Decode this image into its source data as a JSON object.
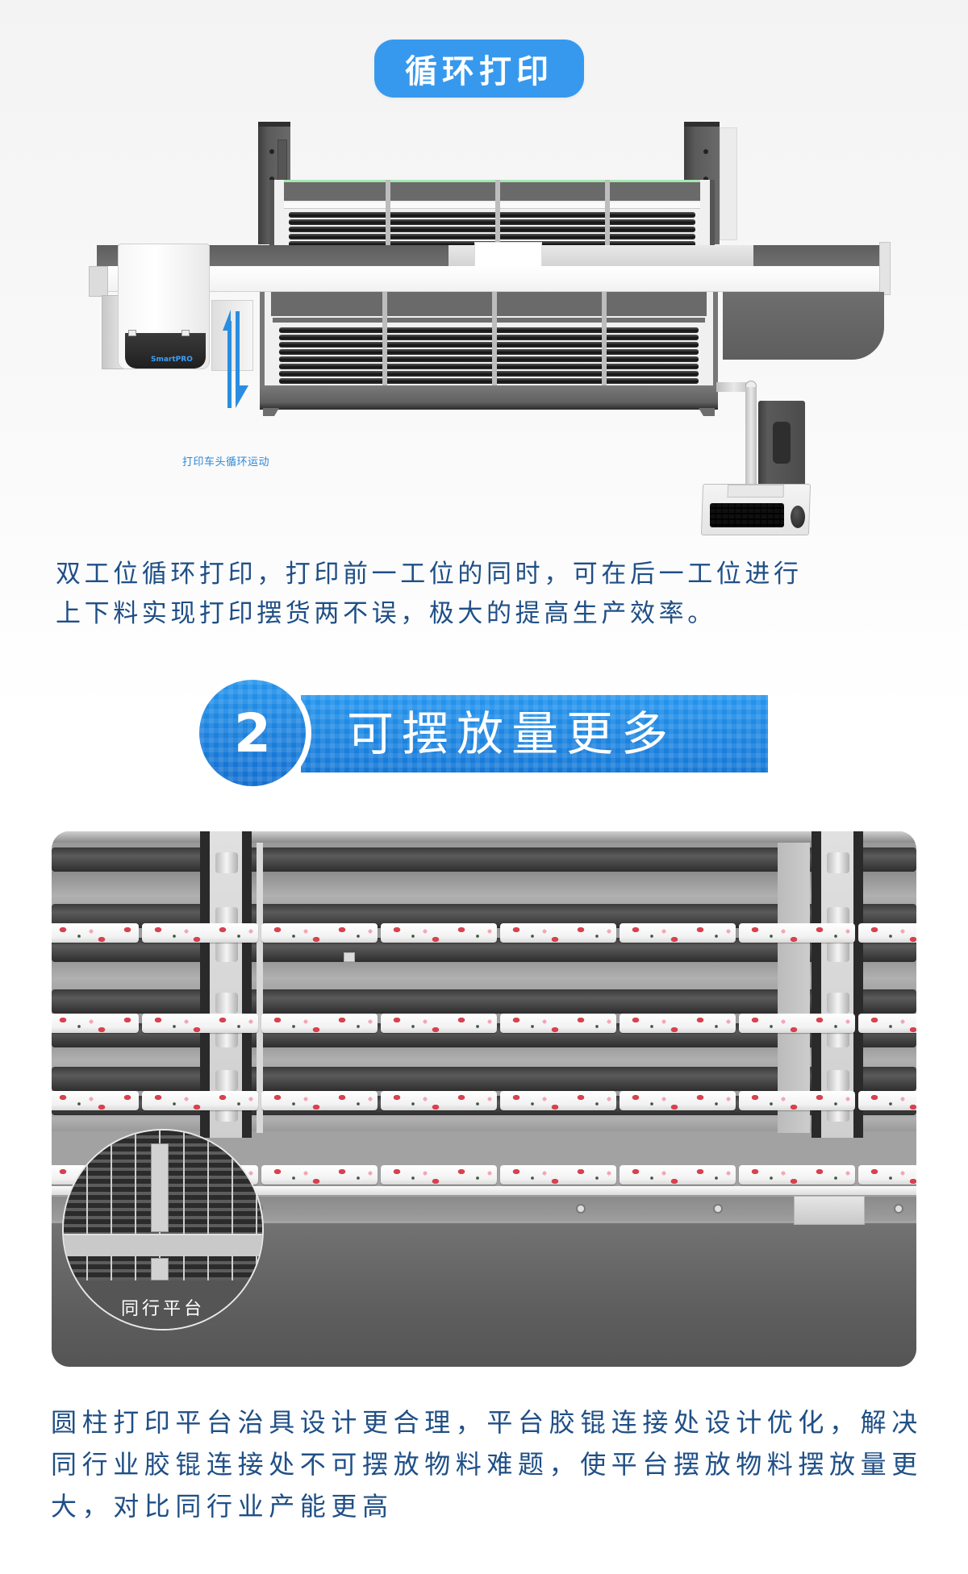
{
  "section1": {
    "title": "循环打印",
    "illustration": {
      "arrow_label": "打印车头循环运动",
      "head_logo": "SmartPRO",
      "arrow_color": "#2a8de0",
      "arrow_icon": "bidirectional-vertical-arrows"
    },
    "description_lines": [
      "双工位循环打印，打印前一工位的同时，可在后一工位进行",
      "上下料实现打印摆货两不误，极大的提高生产效率。"
    ]
  },
  "section2": {
    "number": "2",
    "title": "可摆放量更多",
    "photo": {
      "inset_label": "同行平台"
    },
    "description_lines": [
      "圆柱打印平台治具设计更合理，平台胶锟连接处设计优化，解决",
      "同行业胶锟连接处不可摆放物料难题，使平台摆放物料摆放量更",
      "大，对比同行业产能更高"
    ]
  },
  "colors": {
    "title_pill": "#3799ee",
    "banner_blue": "#1c86e2",
    "body_text": "#1f4f86",
    "label_blue": "#2a87d6"
  }
}
